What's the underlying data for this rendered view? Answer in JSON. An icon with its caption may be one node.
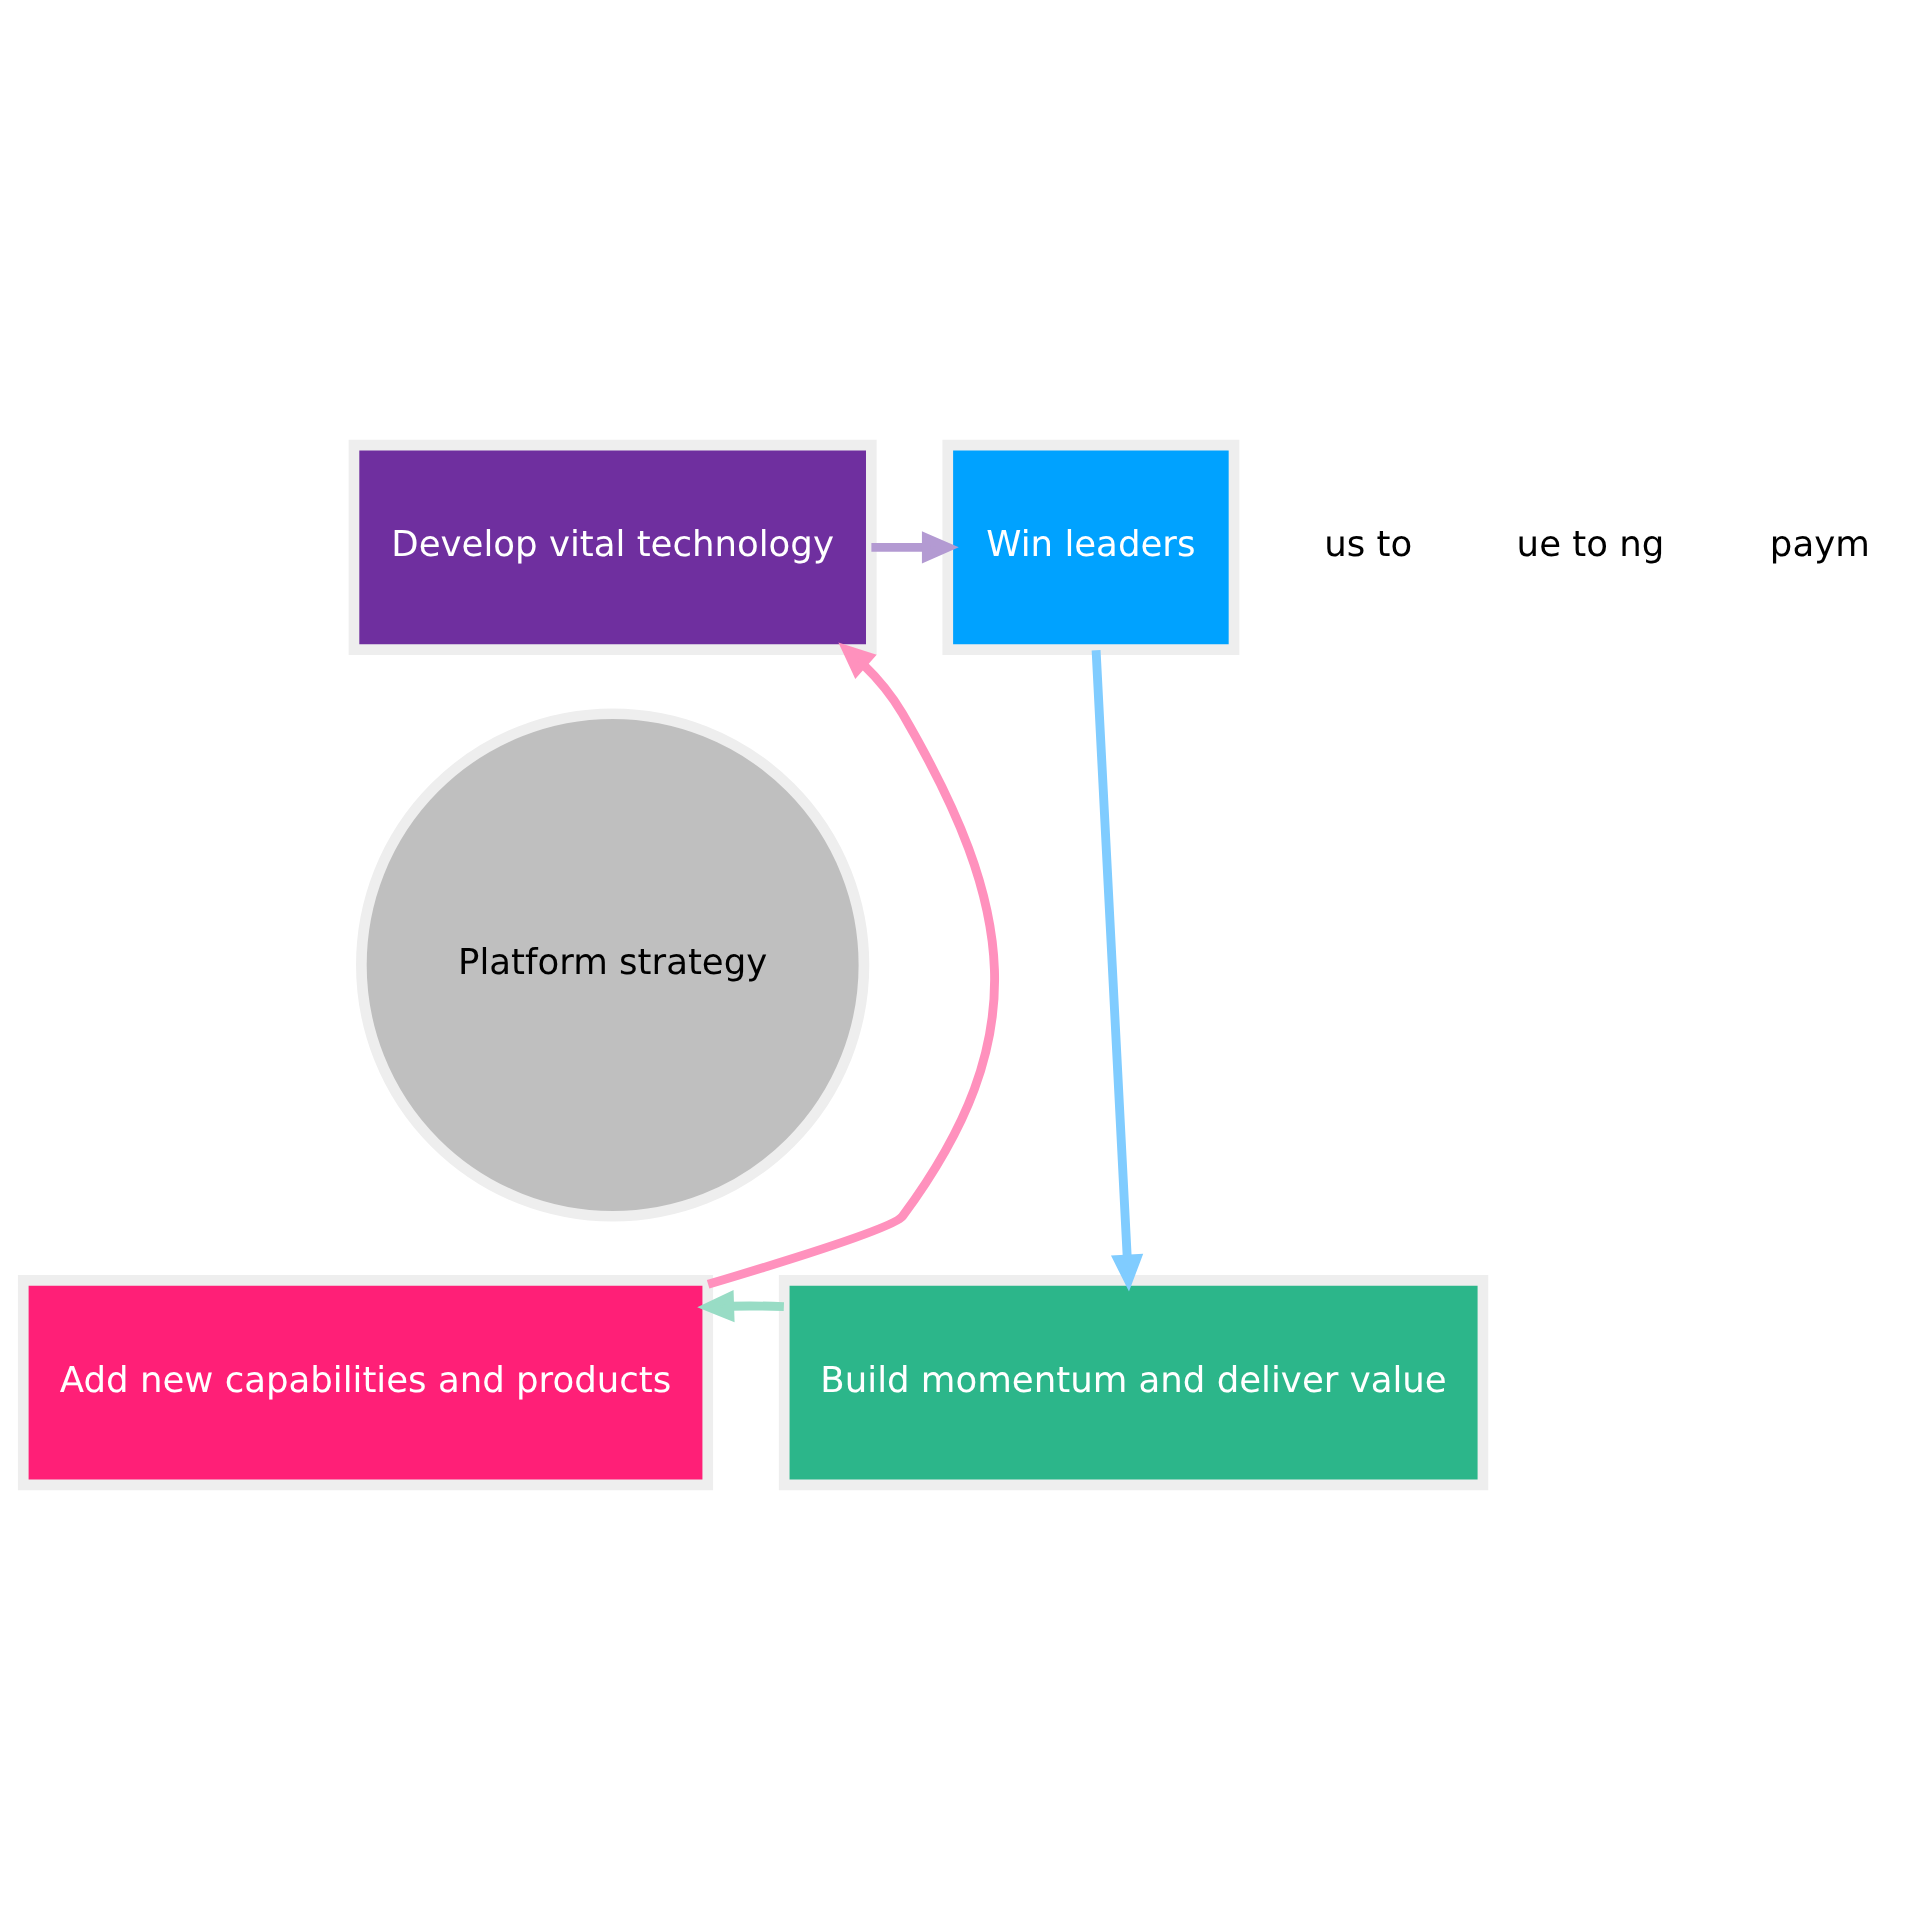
{
  "diagram": {
    "nodes": [
      {
        "text": [
          "Develop vital technology"
        ]
      },
      {
        "text": [
          "Win leaders"
        ]
      },
      {
        "text": [
          "Platform strategy"
        ]
      },
      {
        "text": [
          "Add new capabilities and products"
        ]
      },
      {
        "text": [
          "Build momentum and deliver value"
        ]
      }
    ],
    "edges": [
      {
        "from": 0,
        "to": 1,
        "arrow": "to",
        "color": "#b39ad2"
      },
      {
        "from": 1,
        "to": 4,
        "arrow": "to",
        "color": "#80ccff"
      },
      {
        "from": 4,
        "to": 3,
        "arrow": "to",
        "color": "#98dcc5"
      },
      {
        "from": 3,
        "to": 0,
        "arrow": "to",
        "color": "#ff91bd"
      }
    ],
    "labels": [
      "us to",
      "ue to ng",
      "paym"
    ]
  }
}
